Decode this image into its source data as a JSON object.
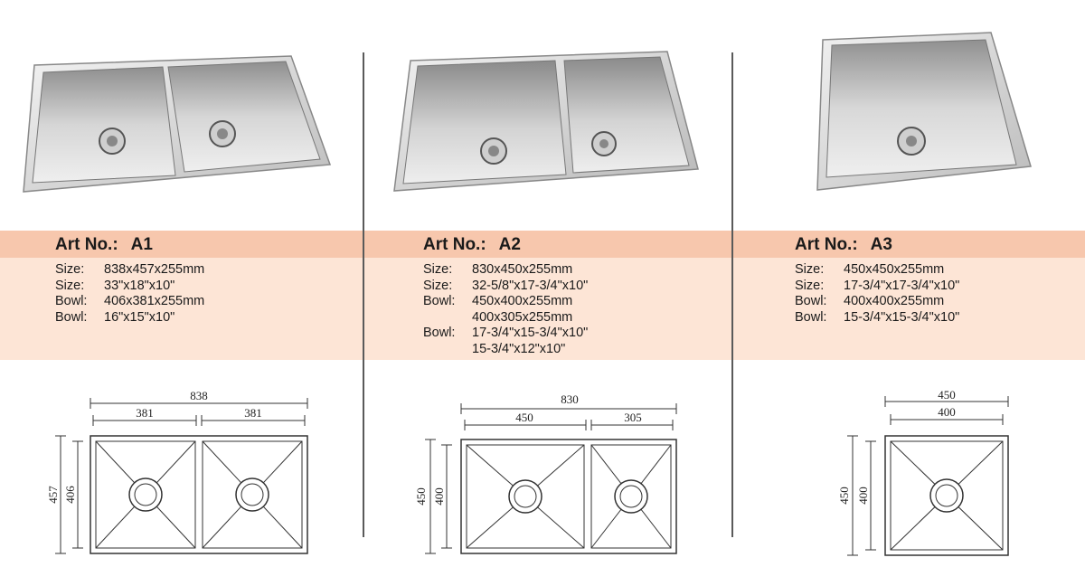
{
  "products": [
    {
      "art_label": "Art No.:",
      "art_no": "A1",
      "specs": [
        {
          "key": "Size:",
          "values": [
            "838x457x255mm"
          ]
        },
        {
          "key": "Size:",
          "values": [
            "33\"x18\"x10\""
          ]
        },
        {
          "key": "Bowl:",
          "values": [
            "406x381x255mm"
          ]
        },
        {
          "key": "Bowl:",
          "values": [
            "16\"x15\"x10\""
          ]
        }
      ],
      "drawing": {
        "overall_width": "838",
        "bowl_widths": [
          "381",
          "381"
        ],
        "overall_depth": "457",
        "bowl_depth": "406"
      }
    },
    {
      "art_label": "Art No.:",
      "art_no": "A2",
      "specs": [
        {
          "key": "Size:",
          "values": [
            "830x450x255mm"
          ]
        },
        {
          "key": "Size:",
          "values": [
            "32-5/8\"x17-3/4\"x10\""
          ]
        },
        {
          "key": "Bowl:",
          "values": [
            "450x400x255mm",
            "400x305x255mm"
          ]
        },
        {
          "key": "Bowl:",
          "values": [
            "17-3/4\"x15-3/4\"x10\"",
            "15-3/4\"x12\"x10\""
          ]
        }
      ],
      "drawing": {
        "overall_width": "830",
        "bowl_widths": [
          "450",
          "305"
        ],
        "overall_depth": "450",
        "bowl_depth": "400"
      }
    },
    {
      "art_label": "Art No.:",
      "art_no": "A3",
      "specs": [
        {
          "key": "Size:",
          "values": [
            "450x450x255mm"
          ]
        },
        {
          "key": "Size:",
          "values": [
            "17-3/4\"x17-3/4\"x10\""
          ]
        },
        {
          "key": "Bowl:",
          "values": [
            "400x400x255mm"
          ]
        },
        {
          "key": "Bowl:",
          "values": [
            "15-3/4\"x15-3/4\"x10\""
          ]
        }
      ],
      "drawing": {
        "overall_width": "450",
        "bowl_widths": [
          "400"
        ],
        "overall_depth": "450",
        "bowl_depth": "400"
      }
    }
  ],
  "colors": {
    "band_header": "#f7c7ad",
    "band_body": "#fde5d6",
    "steel_light": "#eeeeee",
    "steel_dark": "#9a9a9a"
  }
}
